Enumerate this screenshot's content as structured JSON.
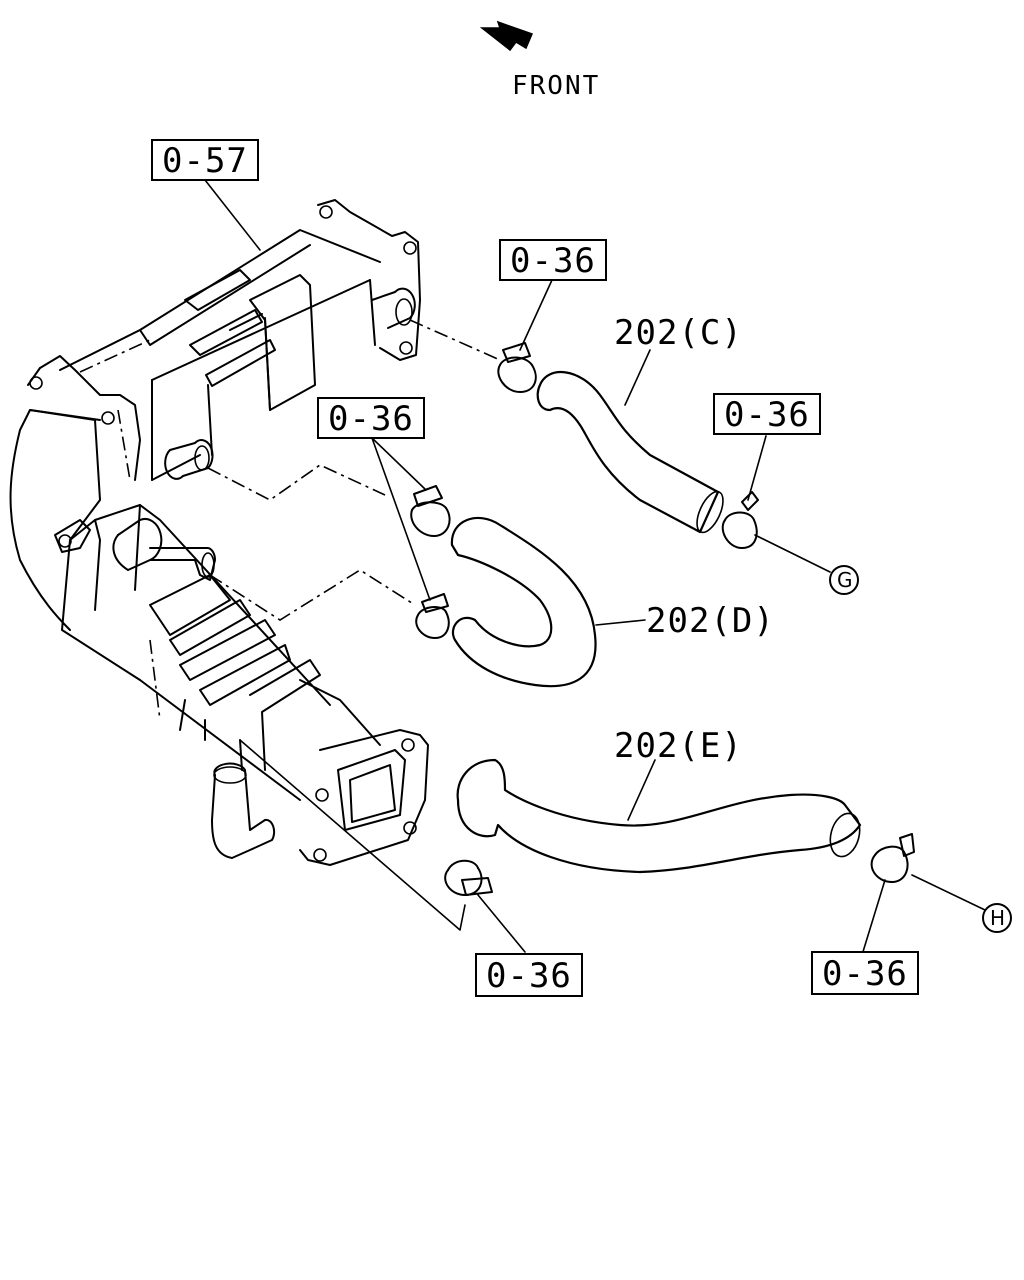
{
  "direction": {
    "label": "FRONT",
    "icon": "arrow-icon"
  },
  "callouts": {
    "cooler": "0-57",
    "clamp_top": "0-36",
    "clamp_mid_left": "0-36",
    "clamp_right": "0-36",
    "clamp_bottom_mid": "0-36",
    "clamp_bottom_right": "0-36"
  },
  "hoses": {
    "c": "202(C)",
    "d": "202(D)",
    "e": "202(E)"
  },
  "connectors": {
    "g": "G",
    "h": "H"
  }
}
